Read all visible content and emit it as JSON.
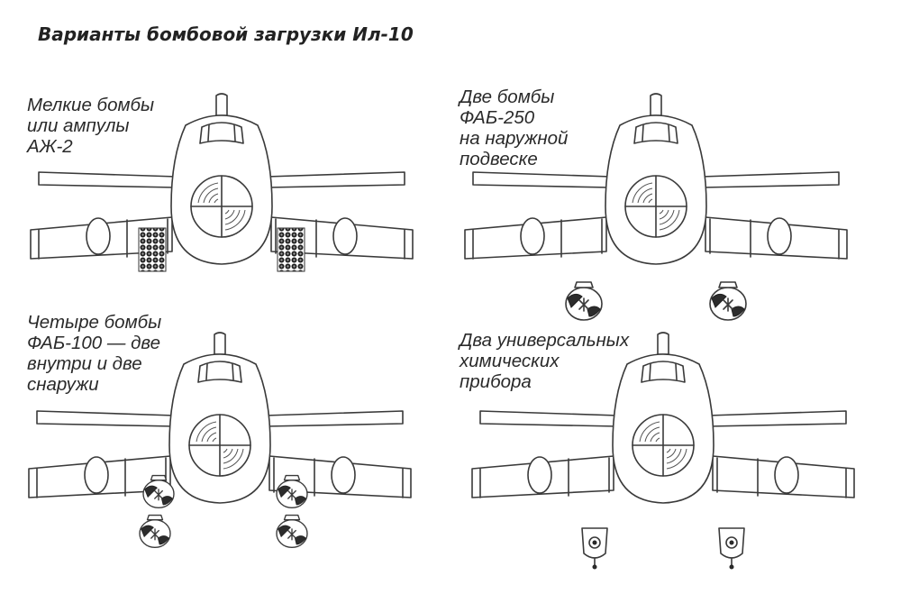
{
  "figure": {
    "title": "Варианты бомбовой загрузки Ил-10"
  },
  "variants": [
    {
      "caption": "Мелкие бомбы\nили ампулы\nАЖ-2",
      "load": "cluster-bomb-cells"
    },
    {
      "caption": "Две бомбы\nФАБ-250\nна наружной\nподвеске",
      "load": "two-external-bombs"
    },
    {
      "caption": "Четыре бомбы\nФАБ-100 — две\nвнутри и две\nснаружи",
      "load": "four-bombs-inner-outer"
    },
    {
      "caption": "Два универсальных\nхимических\nприбора",
      "load": "two-chemical-devices"
    }
  ],
  "colors": {
    "ink": "#3a3a3a",
    "paper": "#ffffff"
  }
}
